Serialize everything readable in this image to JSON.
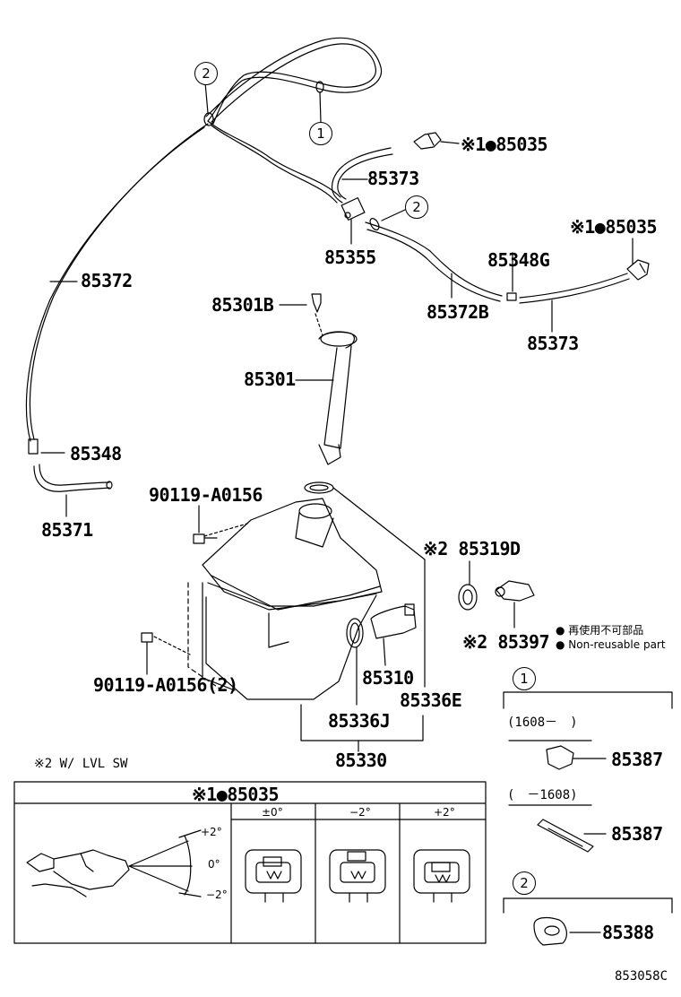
{
  "callouts": {
    "one": "1",
    "two": "2"
  },
  "parts": {
    "p85035_top": "※1●85035",
    "p85373_top": "85373",
    "p85355": "85355",
    "p85035_right": "※1●85035",
    "p85348g": "85348G",
    "p85372b": "85372B",
    "p85373_right": "85373",
    "p85372": "85372",
    "p85301b": "85301B",
    "p85301": "85301",
    "p85348": "85348",
    "p85371": "85371",
    "p90119_a": "90119-A0156",
    "p90119_b": "90119-A0156(2)",
    "p85319d": "※2 85319D",
    "p85397": "※2 85397",
    "p85310": "85310",
    "p85336e": "85336E",
    "p85336j": "85336J",
    "p85330": "85330"
  },
  "notes": {
    "non_reusable_jp": "● 再使用不可部品",
    "non_reusable_en": "● Non-reusable part",
    "w_lvl_sw": "※2 W/ LVL SW"
  },
  "inset": {
    "title": "※1●85035",
    "angle_plus": "+2°",
    "angle_zero": "0°",
    "angle_minus": "−2°",
    "col_headers": [
      "±0°",
      "−2°",
      "+2°"
    ]
  },
  "side_panel": {
    "group1_from": "(1608－　)",
    "group1_part": "85387",
    "group1_to": "(　－1608)",
    "group1_part2": "85387",
    "group2_part": "85388"
  },
  "diagram_code": "853058C"
}
